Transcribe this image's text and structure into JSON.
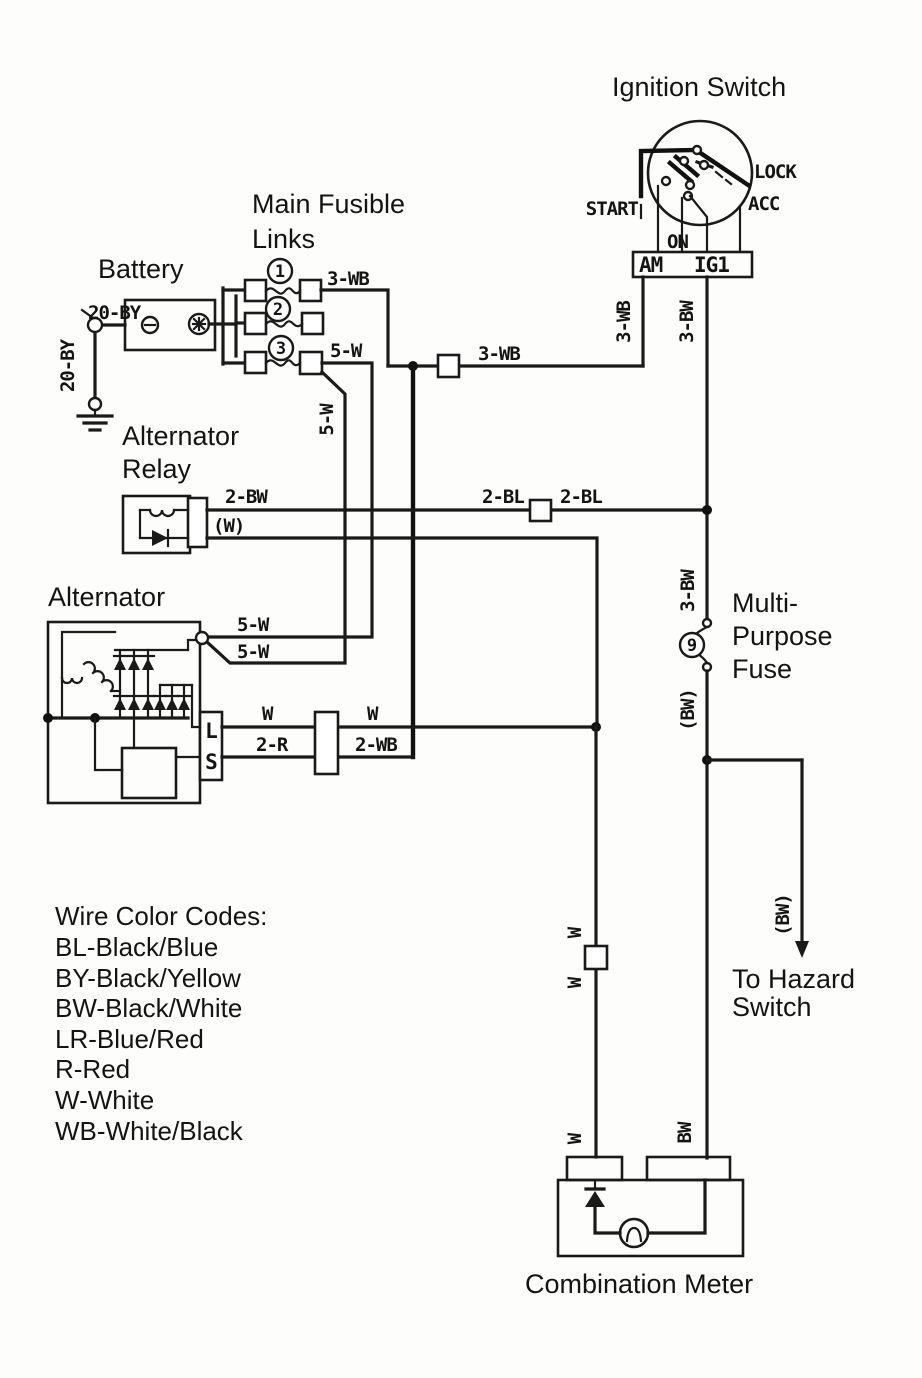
{
  "sections": {
    "ignition_switch": {
      "title": "Ignition Switch",
      "pos_start": "START",
      "pos_lock": "LOCK",
      "pos_acc": "ACC",
      "pos_on": "ON",
      "term_am": "AM",
      "term_ig": "IG1"
    },
    "battery": {
      "title": "Battery"
    },
    "fusible_links": {
      "title1": "Main Fusible",
      "title2": "Links",
      "n1": "1",
      "n2": "2",
      "n3": "3"
    },
    "alternator_relay": {
      "title1": "Alternator",
      "title2": "Relay"
    },
    "alternator": {
      "title": "Alternator",
      "term_l": "L",
      "term_s": "S"
    },
    "fuse": {
      "title1": "Multi-",
      "title2": "Purpose",
      "title3": "Fuse",
      "number": "9"
    },
    "hazard": {
      "line1": "To Hazard",
      "line2": "Switch"
    },
    "meter": {
      "title": "Combination Meter"
    }
  },
  "wires": {
    "battery_ground_h": "20-BY",
    "battery_ground_v": "20-BY",
    "link1_out": "3-WB",
    "main_3wb": "3-WB",
    "am_riser": "3-WB",
    "ig_riser": "3-BW",
    "link3_out_h": "5-W",
    "link3_out_v": "5-W",
    "alt_b_1": "5-W",
    "alt_b_2": "5-W",
    "relay_coil_out": "2-BW",
    "relay_lamp_out": "(W)",
    "bl_left": "2-BL",
    "bl_right": "2-BL",
    "fuse_in": "3-BW",
    "fuse_out": "(BW)",
    "hazard_branch": "(BW)",
    "alt_l_left": "W",
    "alt_l_right": "W",
    "alt_s_left": "2-R",
    "alt_s_right": "2-WB",
    "meter_w_a": "W",
    "meter_w_b": "W",
    "meter_w_c": "W",
    "meter_bw": "BW"
  },
  "legend": {
    "title": "Wire Color Codes:",
    "codes": [
      "BL-Black/Blue",
      "BY-Black/Yellow",
      "BW-Black/White",
      "LR-Blue/Red",
      "R-Red",
      "W-White",
      "WB-White/Black"
    ]
  }
}
